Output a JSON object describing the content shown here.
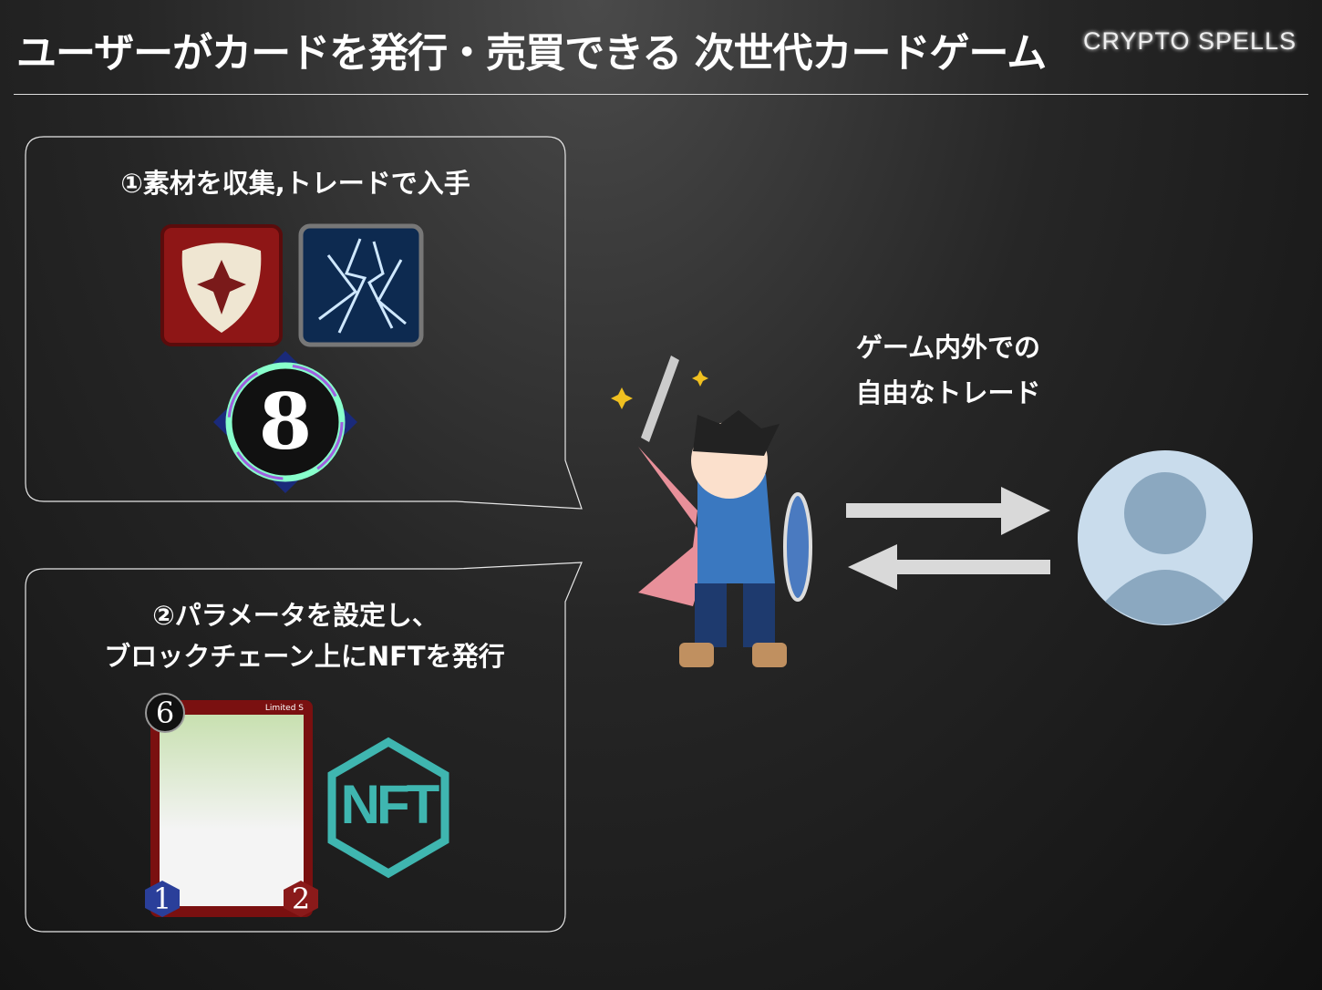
{
  "slide": {
    "title": "ユーザーがカードを発行・売買できる 次世代カードゲーム",
    "logo": "CRYPTO SPELLS"
  },
  "step1": {
    "heading": "①素材を収集,トレードで入手",
    "medallion_number": "8"
  },
  "step2": {
    "heading_line1": "②パラメータを設定し、",
    "heading_line2": "ブロックチェーン上にNFTを発行",
    "card": {
      "cost": "6",
      "rarity": "Limited S",
      "attack": "1",
      "hp": "2"
    },
    "nft_label": "NFT"
  },
  "trade": {
    "line1": "ゲーム内外での",
    "line2": "自由なトレード"
  },
  "colors": {
    "arrow": "#d9d9d9",
    "avatar_bg": "#c9dcec",
    "avatar_fg": "#8ba8c0",
    "nft": "#3fb6b0"
  }
}
